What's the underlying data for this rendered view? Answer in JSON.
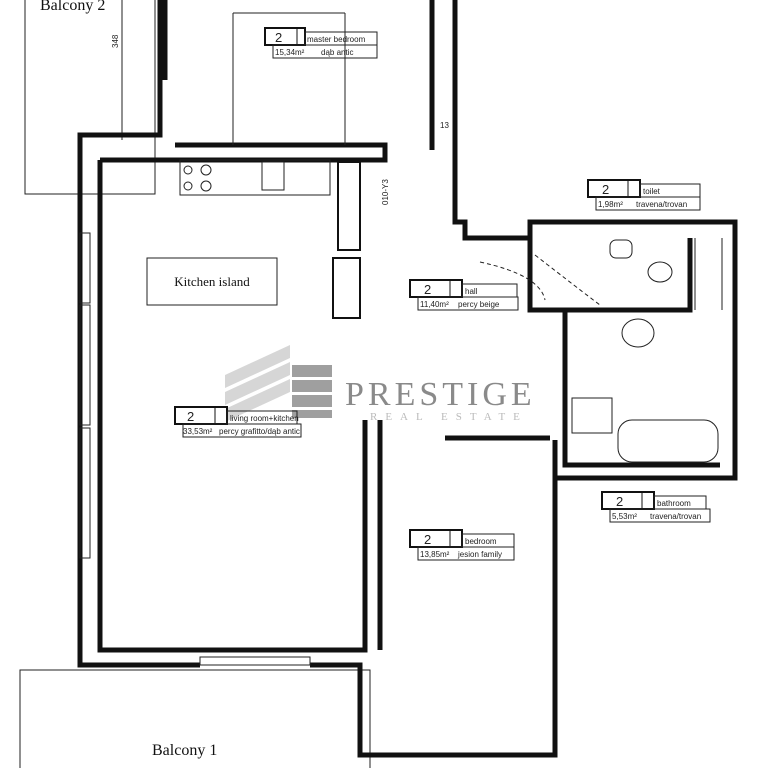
{
  "balconies": {
    "b1": "Balcony 1",
    "b2": "Balcony 2"
  },
  "dimensions": {
    "d348": "348",
    "code": "010-Y3",
    "d13": "13"
  },
  "kitchen_island": "Kitchen island",
  "watermark": {
    "name": "PRESTIGE",
    "sub": "REAL ESTATE"
  },
  "rooms": [
    {
      "floor": "2",
      "name": "master bedroom",
      "area": "15,34m²",
      "finish": "dąb antic"
    },
    {
      "floor": "2",
      "name": "toilet",
      "area": "1,98m²",
      "finish": "travena/trovan"
    },
    {
      "floor": "2",
      "name": "hall",
      "area": "11,40m²",
      "finish": "percy beige"
    },
    {
      "floor": "2",
      "name": "living room+kitchen",
      "area": "33,53m²",
      "finish": "percy grafitto/dąb antic"
    },
    {
      "floor": "2",
      "name": "bathroom",
      "area": "5,53m²",
      "finish": "travena/trovan"
    },
    {
      "floor": "2",
      "name": "bedroom",
      "area": "13,85m²",
      "finish": "jesion family"
    }
  ]
}
